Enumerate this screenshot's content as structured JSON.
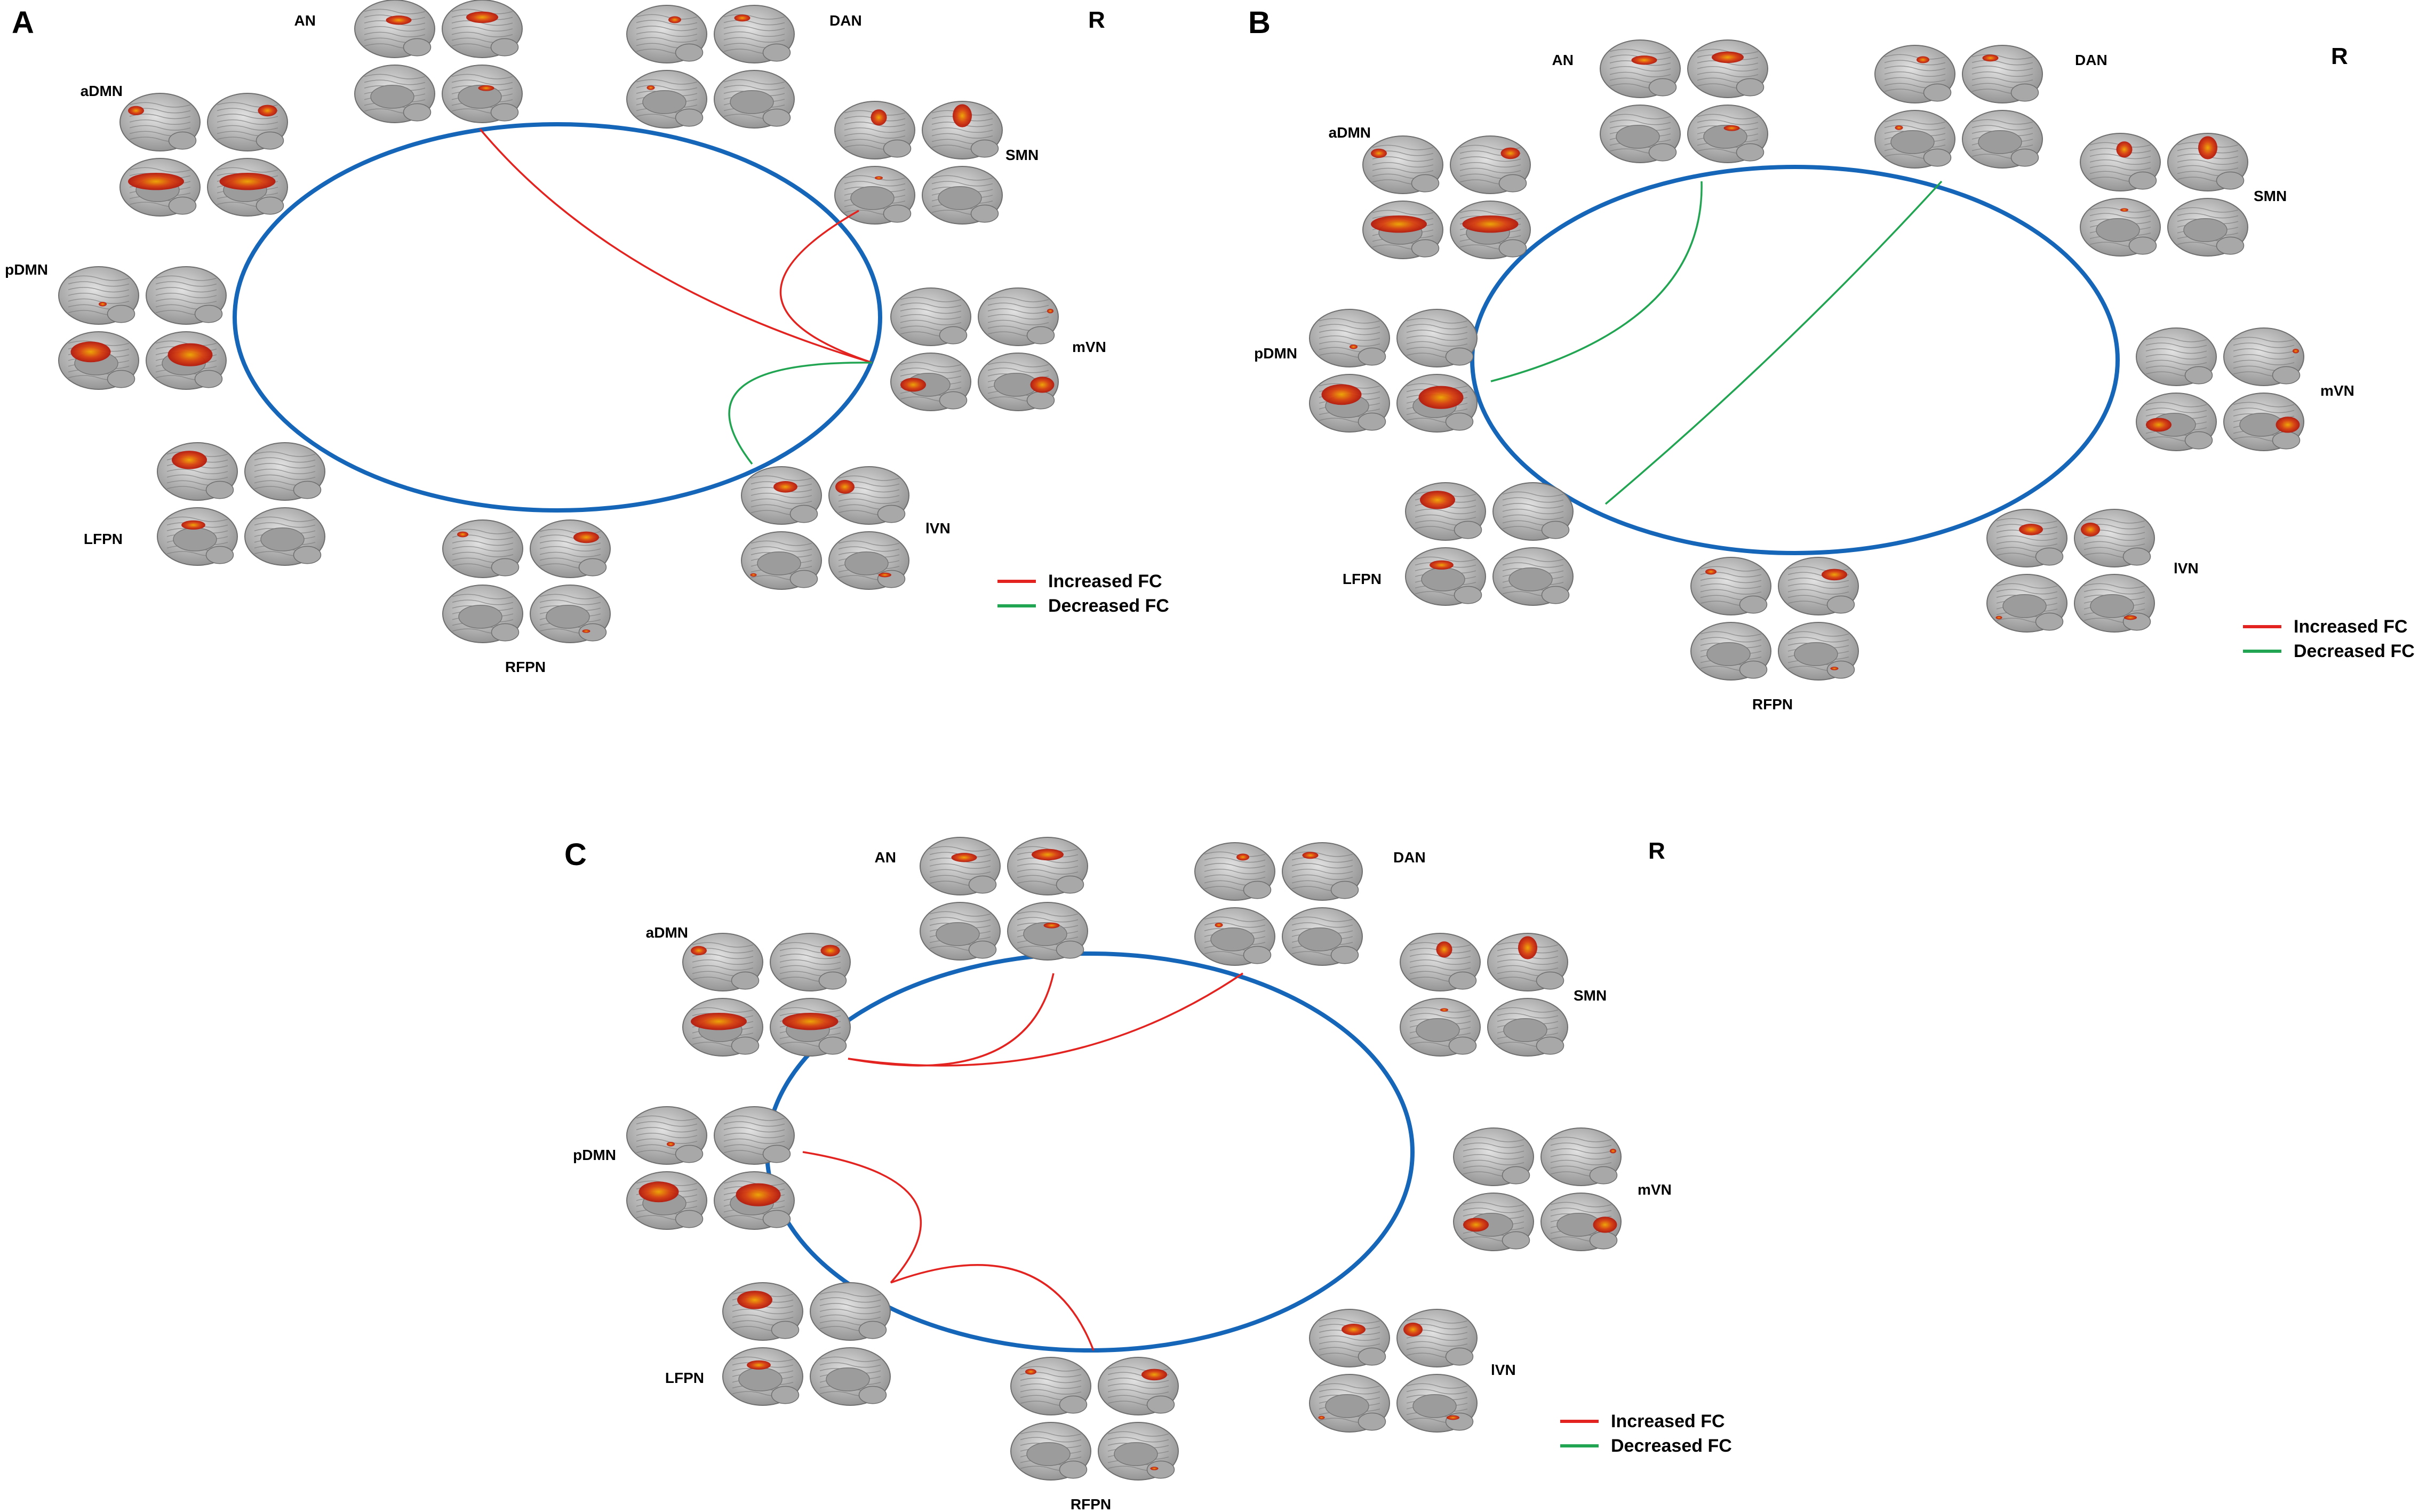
{
  "colors": {
    "ring": "#1565b8",
    "increased": "#e32320",
    "decreased": "#22a552",
    "brain_fill": "#b9b9b9",
    "brain_stroke": "#6e6e6e",
    "activation": "#c8200e",
    "activation_core": "#f0a400"
  },
  "panels": [
    {
      "id": "A",
      "label": "A",
      "side": "R",
      "networks": {
        "AN": "AN",
        "DAN": "DAN",
        "SMN": "SMN",
        "mVN": "mVN",
        "lVN": "lVN",
        "RFPN": "RFPN",
        "LFPN": "LFPN",
        "pDMN": "pDMN",
        "aDMN": "aDMN"
      },
      "legend": {
        "increased": "Increased FC",
        "decreased": "Decreased FC"
      },
      "connections": [
        {
          "from": "AN",
          "to": "mVN",
          "type": "increased"
        },
        {
          "from": "SMN",
          "to": "mVN",
          "type": "increased"
        },
        {
          "from": "mVN",
          "to": "lVN",
          "type": "decreased"
        }
      ]
    },
    {
      "id": "B",
      "label": "B",
      "side": "R",
      "networks": {
        "AN": "AN",
        "DAN": "DAN",
        "SMN": "SMN",
        "mVN": "mVN",
        "lVN": "lVN",
        "RFPN": "RFPN",
        "LFPN": "LFPN",
        "pDMN": "pDMN",
        "aDMN": "aDMN"
      },
      "legend": {
        "increased": "Increased FC",
        "decreased": "Decreased FC"
      },
      "connections": [
        {
          "from": "AN",
          "to": "pDMN",
          "type": "decreased"
        },
        {
          "from": "DAN",
          "to": "LFPN",
          "type": "decreased"
        }
      ]
    },
    {
      "id": "C",
      "label": "C",
      "side": "R",
      "networks": {
        "AN": "AN",
        "DAN": "DAN",
        "SMN": "SMN",
        "mVN": "mVN",
        "lVN": "lVN",
        "RFPN": "RFPN",
        "LFPN": "LFPN",
        "pDMN": "pDMN",
        "aDMN": "aDMN"
      },
      "legend": {
        "increased": "Increased FC",
        "decreased": "Decreased FC"
      },
      "connections": [
        {
          "from": "aDMN",
          "to": "AN",
          "type": "increased"
        },
        {
          "from": "aDMN",
          "to": "DAN",
          "type": "increased"
        },
        {
          "from": "pDMN",
          "to": "LFPN",
          "type": "increased"
        },
        {
          "from": "LFPN",
          "to": "RFPN",
          "type": "increased"
        }
      ]
    }
  ]
}
